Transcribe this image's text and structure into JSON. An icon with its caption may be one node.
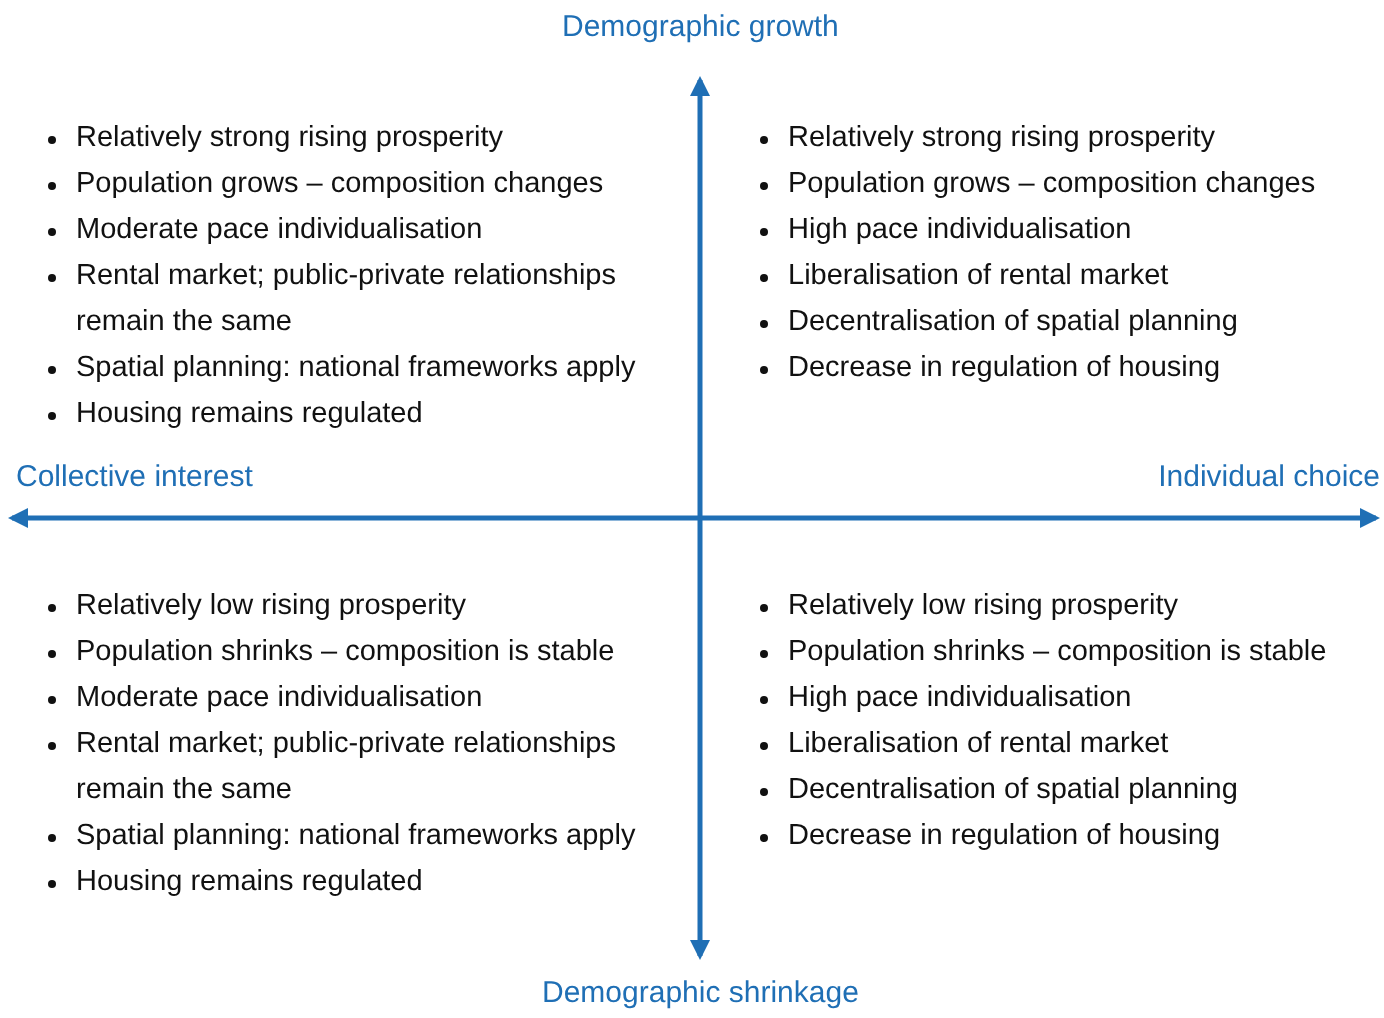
{
  "diagram": {
    "labels": [
      "Demographic growth",
      "Relatively strong rising prosperity",
      "Population grows – composition changes",
      "Moderate pace individualisation",
      "Rental market; public-private relationships remain the same",
      "Spatial planning: national frameworks apply",
      "Housing remains regulated",
      "Relatively strong rising prosperity",
      "Population grows – composition changes",
      "High pace individualisation",
      "Liberalisation of rental market",
      "Decentralisation of spatial planning",
      "Decrease in regulation of housing",
      "Collective interest",
      "Individual choice",
      "Relatively low rising prosperity",
      "Population shrinks – composition is stable",
      "Moderate pace individualisation",
      "Rental market; public-private relationships remain the same",
      "Spatial planning: national frameworks apply",
      "Housing remains regulated",
      "Relatively low rising prosperity",
      "Population shrinks – composition is stable",
      "High pace individualisation",
      "Liberalisation of rental market",
      "Decentralisation of spatial planning",
      "Decrease in regulation of housing",
      "Demographic shrinkage"
    ]
  }
}
